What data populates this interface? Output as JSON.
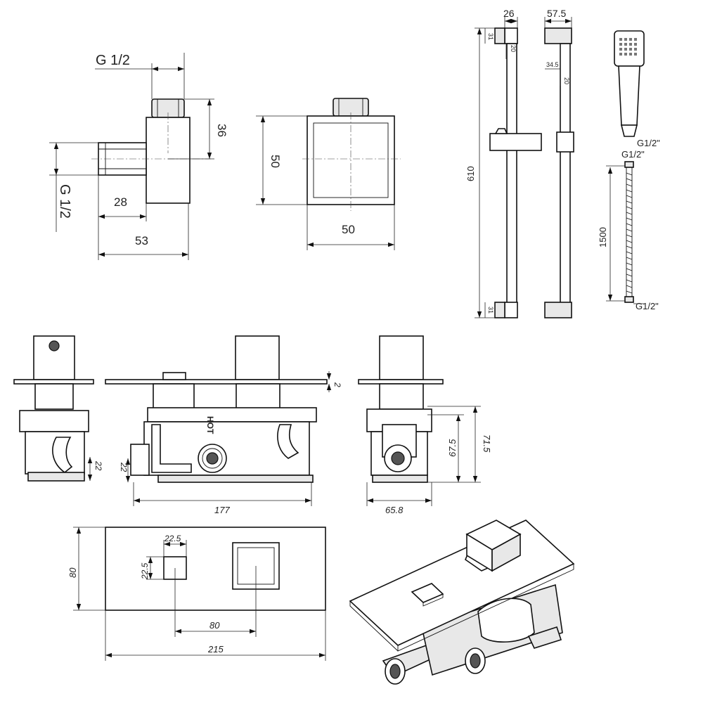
{
  "elbow": {
    "thread_top": "G 1/2",
    "thread_bottom": "G 1/2",
    "height": "36",
    "inlet": "28",
    "depth": "53",
    "front_height": "50",
    "front_width": "50"
  },
  "riser": {
    "wall_depth": "26",
    "side_depth": "57.5",
    "bracket_top": "31",
    "gap_a": "20",
    "inner": "34.5",
    "gap_b": "20",
    "length": "610",
    "bracket_bottom": "31",
    "handset_thread": "G1/2\"",
    "hose_thread_top": "G1/2\"",
    "hose_length": "1500",
    "hose_thread_bottom": "G1/2\""
  },
  "valve": {
    "hot_label": "HOT",
    "plate_thickness": "2",
    "left_inlet_height": "22",
    "front_inlet_height": "22",
    "body_width": "177",
    "body_depth": "65.8",
    "body_height_a": "67.5",
    "body_height_b": "71.5"
  },
  "plate": {
    "height": "80",
    "button_w": "22.5",
    "button_h": "22.5",
    "spacing": "80",
    "width": "215"
  }
}
